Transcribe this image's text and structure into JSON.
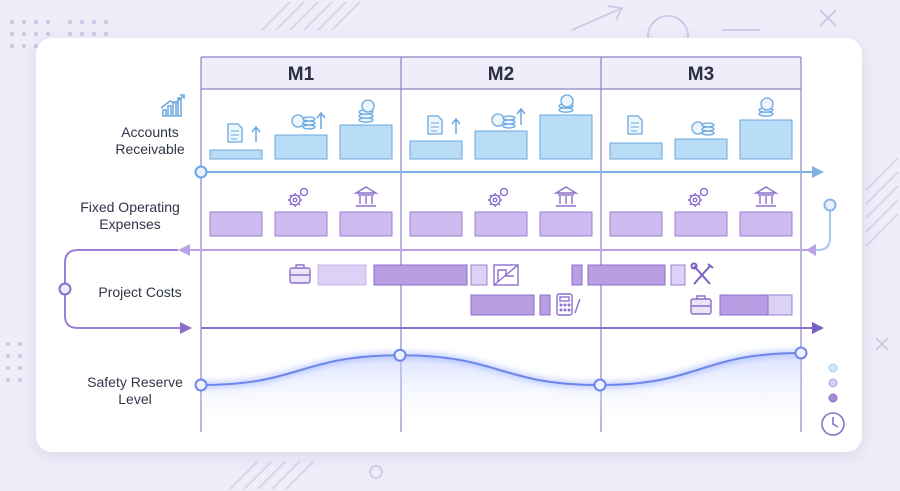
{
  "months": [
    "M1",
    "M2",
    "M3"
  ],
  "rows": [
    {
      "id": "ar",
      "label_line1": "Accounts",
      "label_line2": "Receivable"
    },
    {
      "id": "fixed",
      "label_line1": "Fixed Operating",
      "label_line2": "Expenses"
    },
    {
      "id": "project",
      "label_line1": "Project Costs",
      "label_line2": ""
    },
    {
      "id": "reserve",
      "label_line1": "Safety Reserve",
      "label_line2": "Level"
    }
  ],
  "safety_reserve_level": [
    {
      "point": "start",
      "level": 0.0
    },
    {
      "point": "M1-end",
      "level": 0.93
    },
    {
      "point": "M2-end",
      "level": 0.0
    },
    {
      "point": "M3-end",
      "level": 1.0
    }
  ],
  "icons": [
    "growth-chart-icon",
    "document-icon",
    "arrow-up-icon",
    "coin-stack-icon",
    "gears-icon",
    "bank-icon",
    "briefcase-icon",
    "blueprint-icon",
    "calculator-icon",
    "tools-icon",
    "clock-icon"
  ],
  "colors": {
    "blue_fill": "#b9dcf7",
    "blue_stroke": "#6aa8e0",
    "light_purple": "#dcd2f5",
    "purple_fill": "#cdbaee",
    "purple_stroke": "#9a80d4",
    "dark_purple": "#a88ad8",
    "grid_line": "#8b84c4",
    "header_bg": "#efedfa",
    "label_text": "#2f3547"
  }
}
